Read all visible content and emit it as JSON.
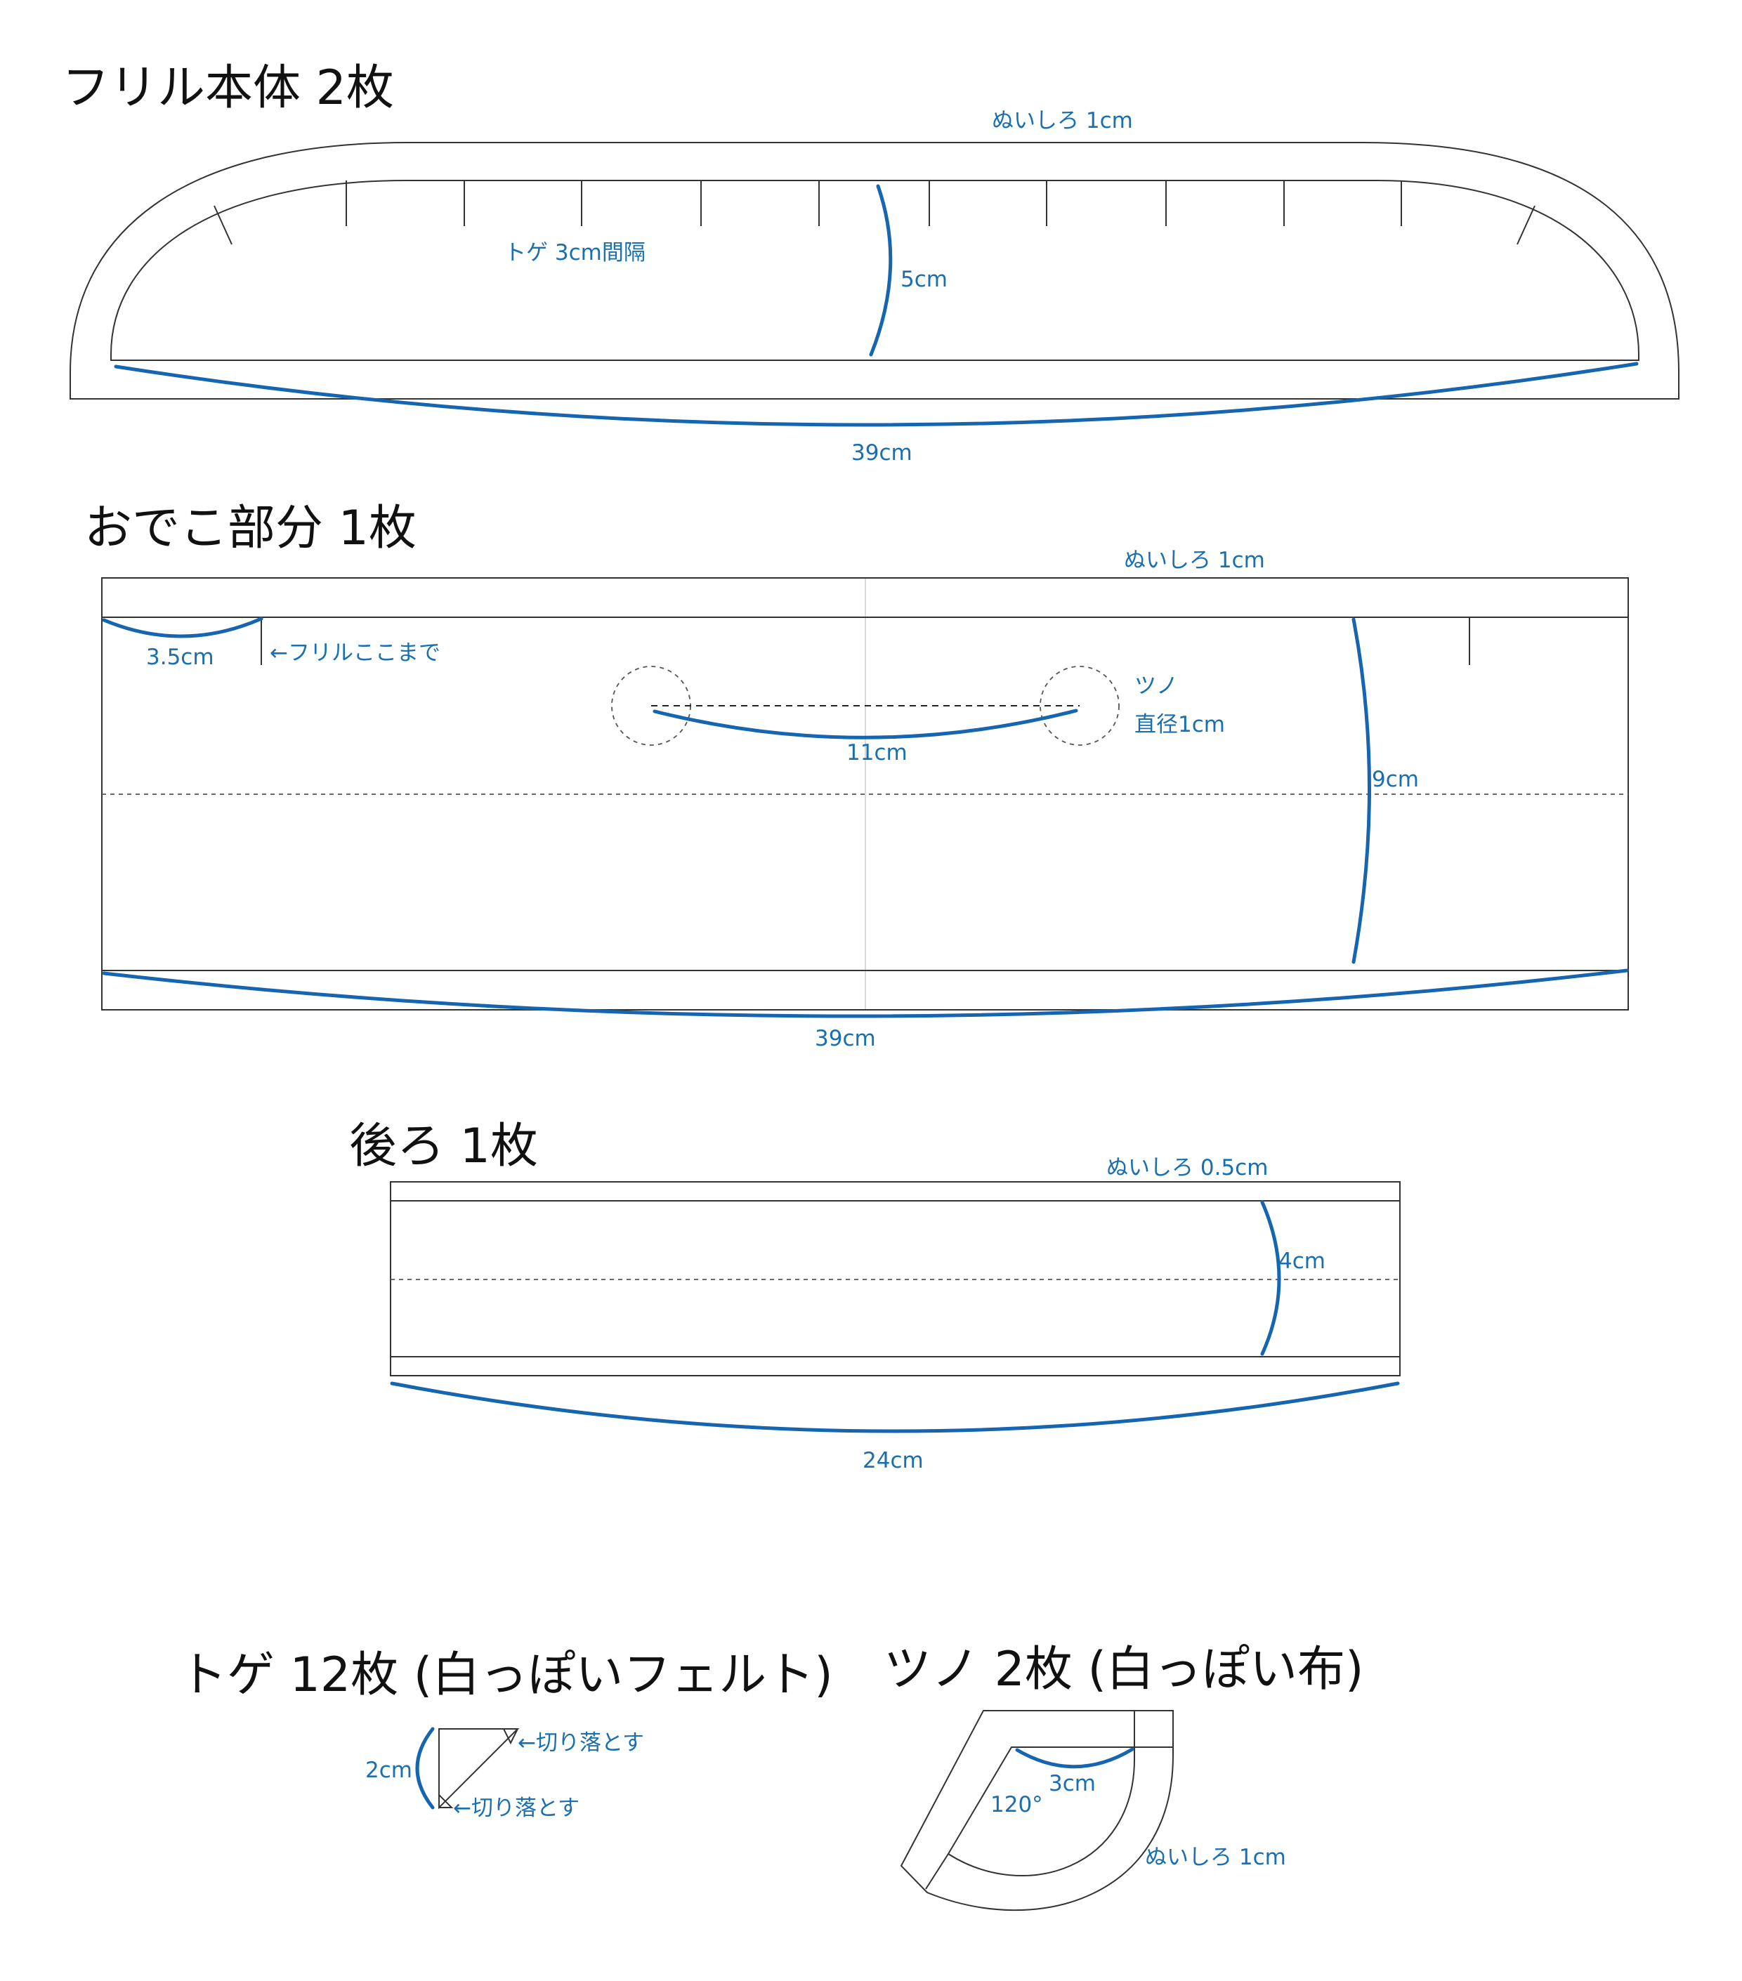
{
  "colors": {
    "dimension": "#1a6fb0",
    "outline": "#333333",
    "title": "#111111"
  },
  "frill": {
    "title": "フリル本体 2枚",
    "seam": "ぬいしろ 1cm",
    "spike_spacing": "トゲ 3cm間隔",
    "height": "5cm",
    "width": "39cm"
  },
  "forehead": {
    "title": "おでこ部分 1枚",
    "seam": "ぬいしろ 1cm",
    "side": "3.5cm",
    "frill_mark": "←フリルここまで",
    "horn_label": "ツノ",
    "horn_diameter": "直径1cm",
    "horn_gap": "11cm",
    "height": "9cm",
    "width": "39cm"
  },
  "back": {
    "title": "後ろ 1枚",
    "seam": "ぬいしろ 0.5cm",
    "height": "4cm",
    "width": "24cm"
  },
  "spike": {
    "title": "トゲ 12枚 (白っぽいフェルト)",
    "size": "2cm",
    "cut_top": "←切り落とす",
    "cut_bottom": "←切り落とす"
  },
  "horn": {
    "title": "ツノ 2枚 (白っぽい布)",
    "radius": "3cm",
    "angle": "120°",
    "seam": "ぬいしろ 1cm"
  }
}
